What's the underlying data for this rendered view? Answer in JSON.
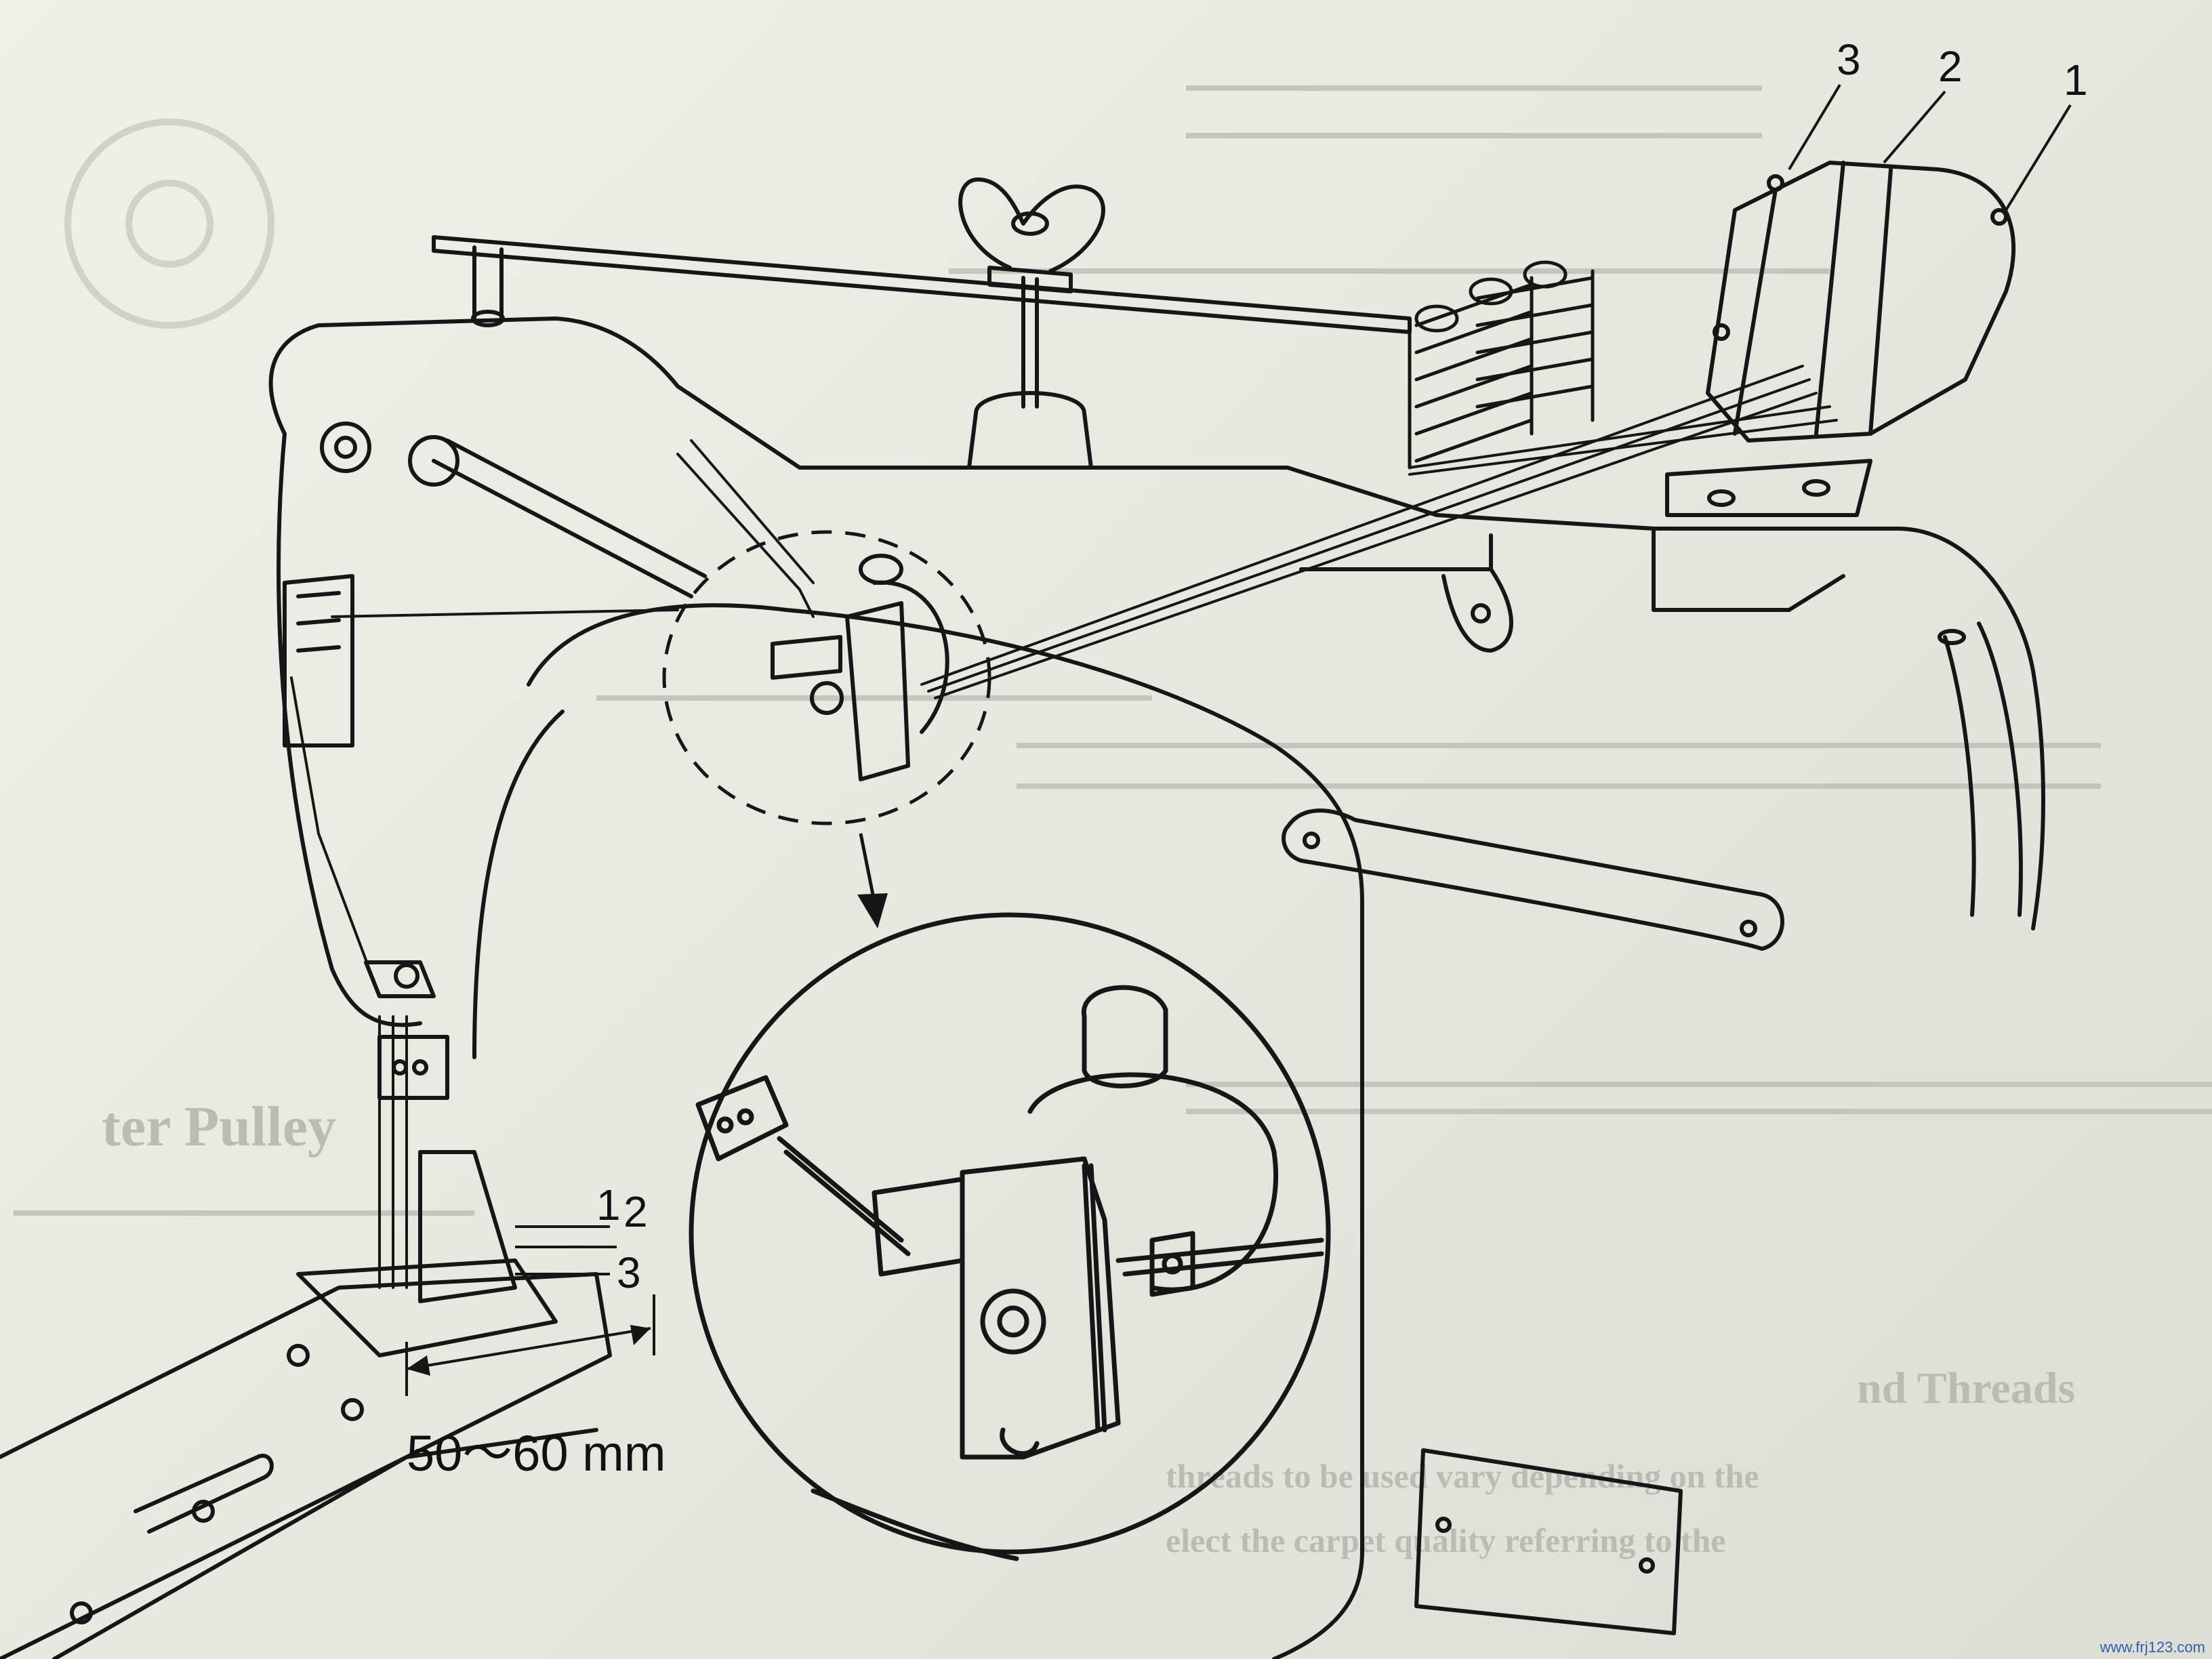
{
  "callouts": {
    "top_1": "1",
    "top_2": "2",
    "top_3": "3",
    "foot_1": "1",
    "foot_2": "2",
    "foot_3": "3"
  },
  "dimension": "50～60 mm",
  "background_text": {
    "heading_partial": "ter Pulley",
    "threads_heading": "nd Threads",
    "threads_line1": "threads to be used vary depending on the",
    "threads_line2": "elect the carpet quality referring to the"
  },
  "watermark": "www.frj123.com",
  "colors": {
    "paper": "#e9ebe3",
    "ink": "#161616",
    "ghost_text": "#b9bbb4",
    "watermark": "#2f5fb0"
  }
}
